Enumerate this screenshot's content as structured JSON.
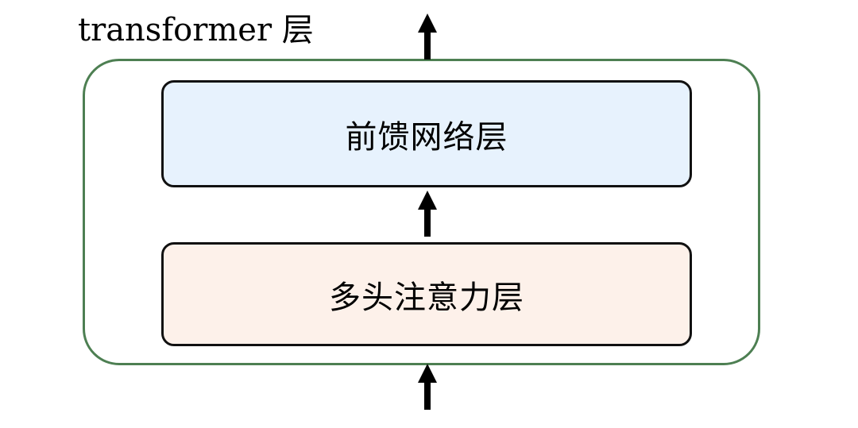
{
  "diagram": {
    "title": "transformer 层",
    "blocks": {
      "feed_forward": {
        "label": "前馈网络层",
        "fill": "#e7f2fd"
      },
      "multi_head_attention": {
        "label": "多头注意力层",
        "fill": "#fdf1ea"
      }
    },
    "container_border_color": "#4d7f52",
    "flow_direction": "bottom-to-top"
  }
}
